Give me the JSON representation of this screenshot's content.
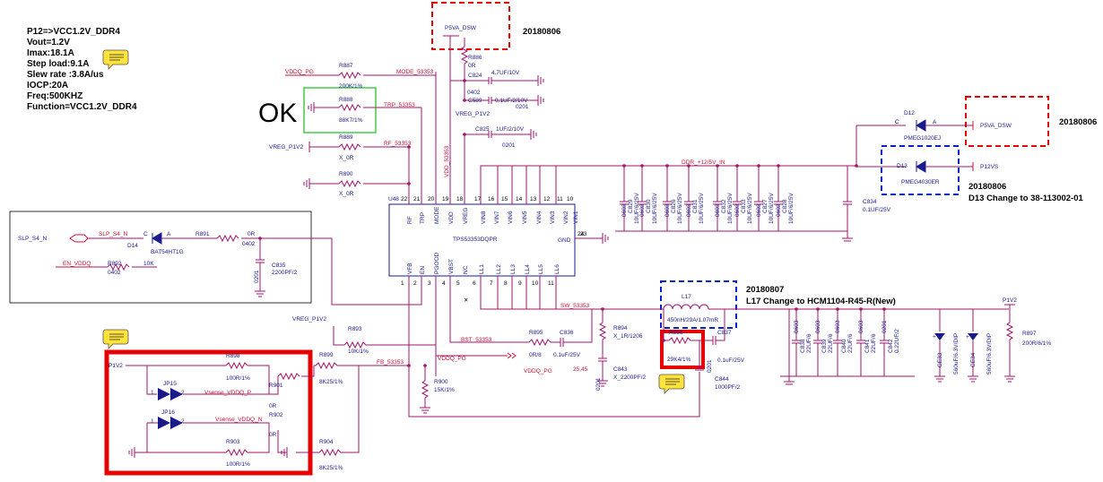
{
  "notes": {
    "spec_lines": [
      "P12=>VCC1.2V_DDR4",
      "Vout=1.2V",
      "Imax:18.1A",
      "Step load:9.1A",
      "Slew rate :3.8A/us",
      "IOCP:20A",
      "Freq:500KHZ",
      "Function=VCC1.2V_DDR4"
    ],
    "ok_label": "OK",
    "date_p5va": "20180806",
    "date_d12": "20180806",
    "date_d13": "20180806",
    "d13_change": "D13 Change to 38-113002-01",
    "date_l17": "20180807",
    "l17_change": "L17 Change to HCM1104-R45-R(New)"
  },
  "colors": {
    "net_red": "#cc1133",
    "wire": "#a0156b",
    "part_blue": "#1a1a8c",
    "highlight_red": "#e60000",
    "ok_green": "#44cc44",
    "dash_blue": "#0022cc"
  },
  "nets": {
    "p5va_top": "P5VA_DSW",
    "p5va_right": "P5VA_DSW",
    "p12vs": "P12VS",
    "vddq_pg": "VDDQ_PG",
    "mode": "MODE_53353",
    "trp": "TRP_53353",
    "vreg_p1v2": "VREG_P1V2",
    "rf": "RF_53353",
    "vdd": "VDD_53353",
    "vreg_p1v2_b": "VREG_P1V2",
    "ddr": "DDR_+12/5V_IN",
    "slp_in": "SLP_S4_N",
    "slp": "SLP_S4_N",
    "en": "EN_VDDQ",
    "sw": "SW_53353",
    "p1v2_r": "P1V2",
    "vreg_p1v2_c": "VREG_P1V2",
    "bst": "BST_53353",
    "vddq_pg2": "VDDQ_PG",
    "vddq_pg3": "VDDQ_PG",
    "p1v2_l": "P1V2",
    "fb": "FB_53353",
    "vsense_p": "Vsense_VDDQ_P",
    "vsense_n": "Vsense_VDDQ_N",
    "num_2545": "25,45"
  },
  "parts": {
    "r887": {
      "ref": "R887",
      "val": "200K/1%"
    },
    "r888": {
      "ref": "R888",
      "val": "88K7/1%"
    },
    "r889": {
      "ref": "R889",
      "val": "X_0R"
    },
    "r890": {
      "ref": "R890",
      "val": "X_0R"
    },
    "r886": {
      "ref": "R886",
      "val": "0R"
    },
    "c824": {
      "ref": "C824",
      "val": "4.7UF/10V",
      "pkg": "0402"
    },
    "c589": {
      "ref": "C589",
      "val": "0.1UF/2/10V",
      "pkg": "0201"
    },
    "c825": {
      "ref": "C825",
      "val": "1UF/2/10V",
      "pkg": "0201"
    },
    "u48": {
      "ref": "U48",
      "val": "TPS53353DQPR"
    },
    "d12": {
      "ref": "D12",
      "val": "PMEG1020EJ",
      "c": "C",
      "a": "A"
    },
    "d13": {
      "ref": "D13",
      "val": "PMEG4030ER"
    },
    "d14": {
      "ref": "D14",
      "val": "BAT54HT1G",
      "c": "C",
      "a": "A"
    },
    "r891": {
      "ref": "R891",
      "val": "0R",
      "pkg": "0402"
    },
    "r892": {
      "ref": "R892",
      "val": "10K",
      "pkg": "0402"
    },
    "c835": {
      "ref": "C835",
      "val": "2200PF/2",
      "pkg": "0201"
    },
    "c_bulk": [
      {
        "ref": "C829",
        "val": "10UF/6/25V",
        "pkg": "0603"
      },
      {
        "ref": "C830",
        "val": "10UF/6/25V",
        "pkg": "0603"
      },
      {
        "ref": "C826",
        "val": "10UF/6/25V",
        "pkg": "0603"
      },
      {
        "ref": "C831",
        "val": "10UF/6/25V",
        "pkg": "0603"
      },
      {
        "ref": "C832",
        "val": "10UF/6/25V",
        "pkg": "0603"
      },
      {
        "ref": "C833",
        "val": "10UF/6/25V",
        "pkg": "0603"
      },
      {
        "ref": "C827",
        "val": "10UF/6/25V",
        "pkg": "0603"
      },
      {
        "ref": "C828",
        "val": "10UF/6/25V",
        "pkg": "0603"
      }
    ],
    "c834": {
      "ref": "C834",
      "val": "0.1UF/25V"
    },
    "l17": {
      "ref": "L17",
      "val": "450nH/29A/1.07mR"
    },
    "r893": {
      "ref": "R893",
      "val": "10K/1%"
    },
    "r894": {
      "ref": "R894",
      "val": "X_1R/1206"
    },
    "r895": {
      "ref": "R895",
      "val": "0R/8"
    },
    "c836": {
      "ref": "C836",
      "val": "0.1uF/25V"
    },
    "r896": {
      "ref": "R896",
      "val": "29K4/1%"
    },
    "c837": {
      "ref": "C837",
      "val": "0.1uF/25V",
      "pkg": "0201"
    },
    "c843": {
      "ref": "C843",
      "val": "X_2200PF/2",
      "pkg": "0201"
    },
    "c844": {
      "ref": "C844",
      "val": "1000PF/2"
    },
    "r900": {
      "ref": "R900",
      "val": "15K/1%"
    },
    "r897": {
      "ref": "R897",
      "val": "200R/6/1%"
    },
    "c_out": [
      {
        "ref": "C838",
        "val": "22UF/6",
        "pkg": "0603"
      },
      {
        "ref": "C839",
        "val": "22UF/6",
        "pkg": "0603"
      },
      {
        "ref": "C840",
        "val": "22UF/6",
        "pkg": "0603"
      },
      {
        "ref": "C841",
        "val": "22UF/6",
        "pkg": "0603"
      },
      {
        "ref": "C842",
        "val": "0.22UF/2",
        "pkg": "0201"
      }
    ],
    "ce33": {
      "ref": "CE33",
      "val": "560uF/6.3V/DIP"
    },
    "ce34": {
      "ref": "CE34",
      "val": "560uF/6.3V/DIP"
    },
    "r898": {
      "ref": "R898",
      "val": "100R/1%"
    },
    "r901": {
      "ref": "R901",
      "val": "0R"
    },
    "r902": {
      "ref": "R902",
      "val": "0R"
    },
    "r903": {
      "ref": "R903",
      "val": "100R/1%"
    },
    "r899": {
      "ref": "R899",
      "val": "8K25/1%"
    },
    "r904": {
      "ref": "R904",
      "val": "8K25/1%"
    },
    "jp15": {
      "ref": "JP15",
      "p1": "1",
      "p2": "2"
    },
    "jp16": {
      "ref": "JP16",
      "p1": "1",
      "p2": "2"
    }
  },
  "ic": {
    "top_pins": [
      {
        "name": "RF",
        "num": "22"
      },
      {
        "name": "TRP",
        "num": "21"
      },
      {
        "name": "MODE",
        "num": "20"
      },
      {
        "name": "VDD",
        "num": "19"
      },
      {
        "name": "VREG",
        "num": "18"
      },
      {
        "name": "VIN8",
        "num": "17"
      },
      {
        "name": "VIN7",
        "num": "16"
      },
      {
        "name": "VIN6",
        "num": "15"
      },
      {
        "name": "VIN5",
        "num": "14"
      },
      {
        "name": "VIN4",
        "num": "13"
      },
      {
        "name": "VIN3",
        "num": "12"
      },
      {
        "name": "VIN2",
        "num": "11"
      },
      {
        "name": "VIN1",
        "num": "10"
      }
    ],
    "bottom_pins": [
      {
        "name": "VFB",
        "num": "1"
      },
      {
        "name": "EN",
        "num": "2"
      },
      {
        "name": "PGOOD",
        "num": "3"
      },
      {
        "name": "VBST",
        "num": "4"
      },
      {
        "name": "NC",
        "num": "5"
      },
      {
        "name": "LL1",
        "num": "6"
      },
      {
        "name": "LL2",
        "num": "7"
      },
      {
        "name": "LL3",
        "num": "8"
      },
      {
        "name": "LL4",
        "num": "9"
      },
      {
        "name": "LL5",
        "num": "10"
      },
      {
        "name": "LL6",
        "num": "11"
      }
    ],
    "gnd_pin": {
      "name": "GND",
      "num": "23"
    },
    "pin_24": "24"
  }
}
